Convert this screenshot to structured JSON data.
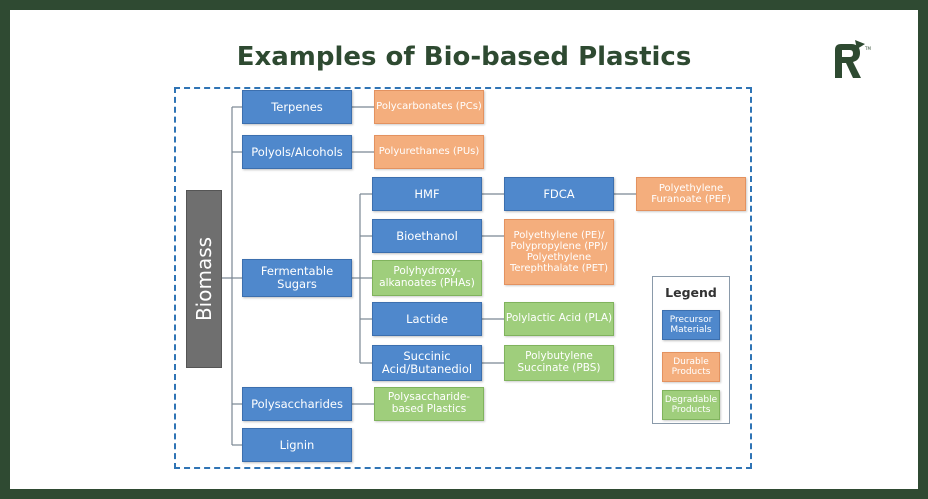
{
  "title": "Examples of Bio-based Plastics",
  "colors": {
    "background": "#2f4a32",
    "card": "#ffffff",
    "title": "#2e4a31",
    "precursor": "#4f88cc",
    "durable": "#f4ae7d",
    "degradable": "#9fce7c",
    "root": "#6f6f6f",
    "frame": "#2f74b5"
  },
  "logo": {
    "icon": "recycle-r-logo-icon"
  },
  "root": {
    "label": "Biomass"
  },
  "sources": {
    "terpenes": "Terpenes",
    "polyols": "Polyols/Alcohols",
    "sugars": "Fermentable Sugars",
    "polysaccharides": "Polysaccharides",
    "lignin": "Lignin"
  },
  "intermediates": {
    "hmf": "HMF",
    "fdca": "FDCA",
    "bioethanol": "Bioethanol",
    "lactide": "Lactide",
    "succinic": "Succinic Acid/Butanediol"
  },
  "products": {
    "pcs": "Polycarbonates (PCs)",
    "pus": "Polyurethanes (PUs)",
    "pef": "Polyethylene Furanoate (PEF)",
    "pe_pp_pet": "Polyethylene (PE)/ Polypropylene (PP)/ Polyethylene Terephthalate (PET)",
    "pha": "Polyhydroxy-alkanoates (PHAs)",
    "pla": "Polylactic Acid (PLA)",
    "pbs": "Polybutylene Succinate (PBS)",
    "polysaccharide_plastics": "Polysaccharide-based Plastics"
  },
  "legend": {
    "title": "Legend",
    "precursor": "Precursor Materials",
    "durable": "Durable Products",
    "degradable": "Degradable Products"
  }
}
